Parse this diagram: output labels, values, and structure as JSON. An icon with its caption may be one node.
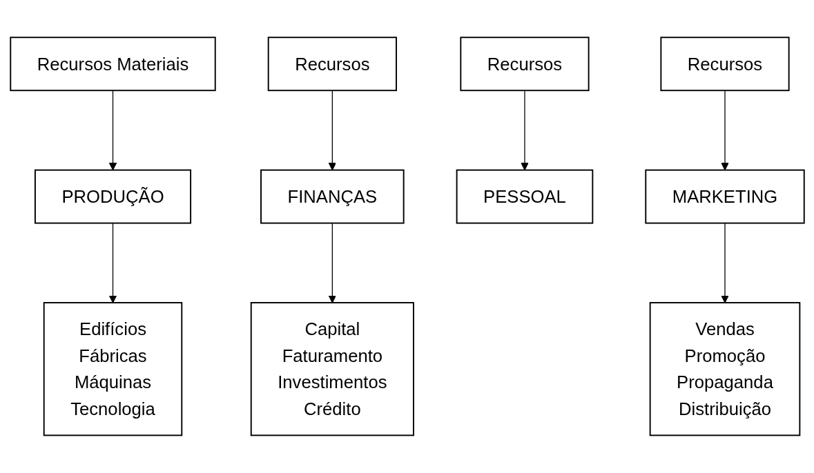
{
  "diagram": {
    "nodes": [
      {
        "text": [
          "Recursos Materiais"
        ]
      },
      {
        "text": [
          "Recursos"
        ]
      },
      {
        "text": [
          "Recursos"
        ]
      },
      {
        "text": [
          "Recursos"
        ]
      },
      {
        "text": [
          "PRODUÇÃO"
        ]
      },
      {
        "text": [
          "FINANÇAS"
        ]
      },
      {
        "text": [
          "PESSOAL"
        ]
      },
      {
        "text": [
          "MARKETING"
        ]
      },
      {
        "text": [
          "Edifícios",
          "Fábricas",
          "Máquinas",
          "Tecnologia"
        ]
      },
      {
        "text": [
          "Capital",
          "Faturamento",
          "Investimentos",
          "Crédito"
        ]
      },
      {
        "text": [
          "Vendas",
          "Promoção",
          "Propaganda",
          "Distribuição"
        ]
      }
    ],
    "edges": [
      {
        "from": 0,
        "to": 4,
        "arrow": "to"
      },
      {
        "from": 1,
        "to": 5,
        "arrow": "to"
      },
      {
        "from": 2,
        "to": 6,
        "arrow": "to"
      },
      {
        "from": 3,
        "to": 7,
        "arrow": "to"
      },
      {
        "from": 4,
        "to": 8,
        "arrow": "to"
      },
      {
        "from": 5,
        "to": 9,
        "arrow": "to"
      },
      {
        "from": 7,
        "to": 10,
        "arrow": "to"
      }
    ]
  }
}
